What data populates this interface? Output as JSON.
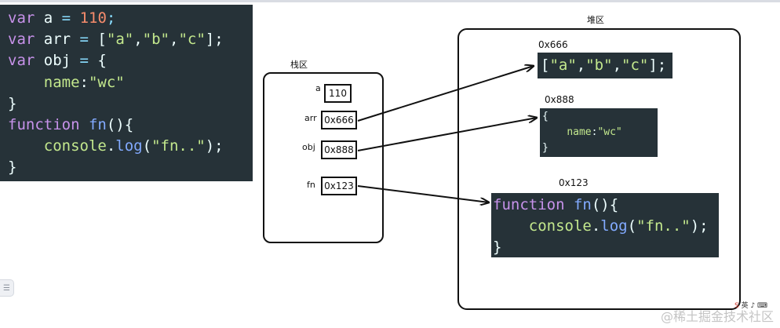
{
  "code_main": {
    "lines": [
      [
        {
          "c": "k",
          "t": "var"
        },
        {
          "c": "t",
          "t": " a "
        },
        {
          "c": "p",
          "t": "="
        },
        {
          "c": "t",
          "t": " "
        },
        {
          "c": "n",
          "t": "110"
        },
        {
          "c": "p",
          "t": ";"
        }
      ],
      [
        {
          "c": "k",
          "t": "var"
        },
        {
          "c": "t",
          "t": " arr "
        },
        {
          "c": "p",
          "t": "="
        },
        {
          "c": "t",
          "t": " ["
        },
        {
          "c": "s",
          "t": "\"a\""
        },
        {
          "c": "t",
          "t": ","
        },
        {
          "c": "s",
          "t": "\"b\""
        },
        {
          "c": "t",
          "t": ","
        },
        {
          "c": "s",
          "t": "\"c\""
        },
        {
          "c": "t",
          "t": "];"
        }
      ],
      [
        {
          "c": "k",
          "t": "var"
        },
        {
          "c": "t",
          "t": " obj "
        },
        {
          "c": "p",
          "t": "="
        },
        {
          "c": "t",
          "t": " {"
        }
      ],
      [
        {
          "c": "t",
          "t": "    "
        },
        {
          "c": "s",
          "t": "name"
        },
        {
          "c": "t",
          "t": ":"
        },
        {
          "c": "s",
          "t": "\"wc\""
        }
      ],
      [
        {
          "c": "t",
          "t": "}"
        }
      ],
      [
        {
          "c": "k",
          "t": "function"
        },
        {
          "c": "t",
          "t": " "
        },
        {
          "c": "f",
          "t": "fn"
        },
        {
          "c": "t",
          "t": "(){"
        }
      ],
      [
        {
          "c": "t",
          "t": "    "
        },
        {
          "c": "s",
          "t": "console"
        },
        {
          "c": "t",
          "t": "."
        },
        {
          "c": "f",
          "t": "log"
        },
        {
          "c": "t",
          "t": "("
        },
        {
          "c": "s",
          "t": "\"fn..\""
        },
        {
          "c": "t",
          "t": ");"
        }
      ],
      [
        {
          "c": "t",
          "t": "}"
        }
      ]
    ]
  },
  "stack": {
    "title": "栈区",
    "entries": [
      {
        "key": "a",
        "value": "110"
      },
      {
        "key": "arr",
        "value": "0x666"
      },
      {
        "key": "obj",
        "value": "0x888"
      },
      {
        "key": "fn",
        "value": "0x123"
      }
    ]
  },
  "heap": {
    "title": "堆区",
    "array_addr": "0x666",
    "array_code": [
      [
        {
          "c": "t",
          "t": "["
        },
        {
          "c": "s",
          "t": "\"a\""
        },
        {
          "c": "t",
          "t": ","
        },
        {
          "c": "s",
          "t": "\"b\""
        },
        {
          "c": "t",
          "t": ","
        },
        {
          "c": "s",
          "t": "\"c\""
        },
        {
          "c": "t",
          "t": "];"
        }
      ]
    ],
    "object_addr": "0x888",
    "object_code": [
      [
        {
          "c": "t",
          "t": "{"
        }
      ],
      [
        {
          "c": "t",
          "t": "    "
        },
        {
          "c": "s",
          "t": "name"
        },
        {
          "c": "t",
          "t": ":"
        },
        {
          "c": "s",
          "t": "\"wc\""
        }
      ],
      [
        {
          "c": "t",
          "t": "}"
        }
      ]
    ],
    "function_addr": "0x123",
    "function_code": [
      [
        {
          "c": "k",
          "t": "function"
        },
        {
          "c": "t",
          "t": " "
        },
        {
          "c": "f",
          "t": "fn"
        },
        {
          "c": "t",
          "t": "(){"
        }
      ],
      [
        {
          "c": "t",
          "t": "    "
        },
        {
          "c": "s",
          "t": "console"
        },
        {
          "c": "t",
          "t": "."
        },
        {
          "c": "f",
          "t": "log"
        },
        {
          "c": "t",
          "t": "("
        },
        {
          "c": "s",
          "t": "\"fn..\""
        },
        {
          "c": "t",
          "t": ");"
        }
      ],
      [
        {
          "c": "t",
          "t": "}"
        }
      ]
    ]
  },
  "overlay": {
    "watermark": "@稀土掘金技术社区",
    "ime_logo": "S",
    "ime_text": "英 ♪ ⌨"
  },
  "colors": {
    "code_bg": "#263238",
    "keyword": "#c792ea",
    "string": "#c3e88d",
    "number": "#f78c6c",
    "function": "#82aaff"
  },
  "icons": {
    "side_handle": "list-icon"
  }
}
